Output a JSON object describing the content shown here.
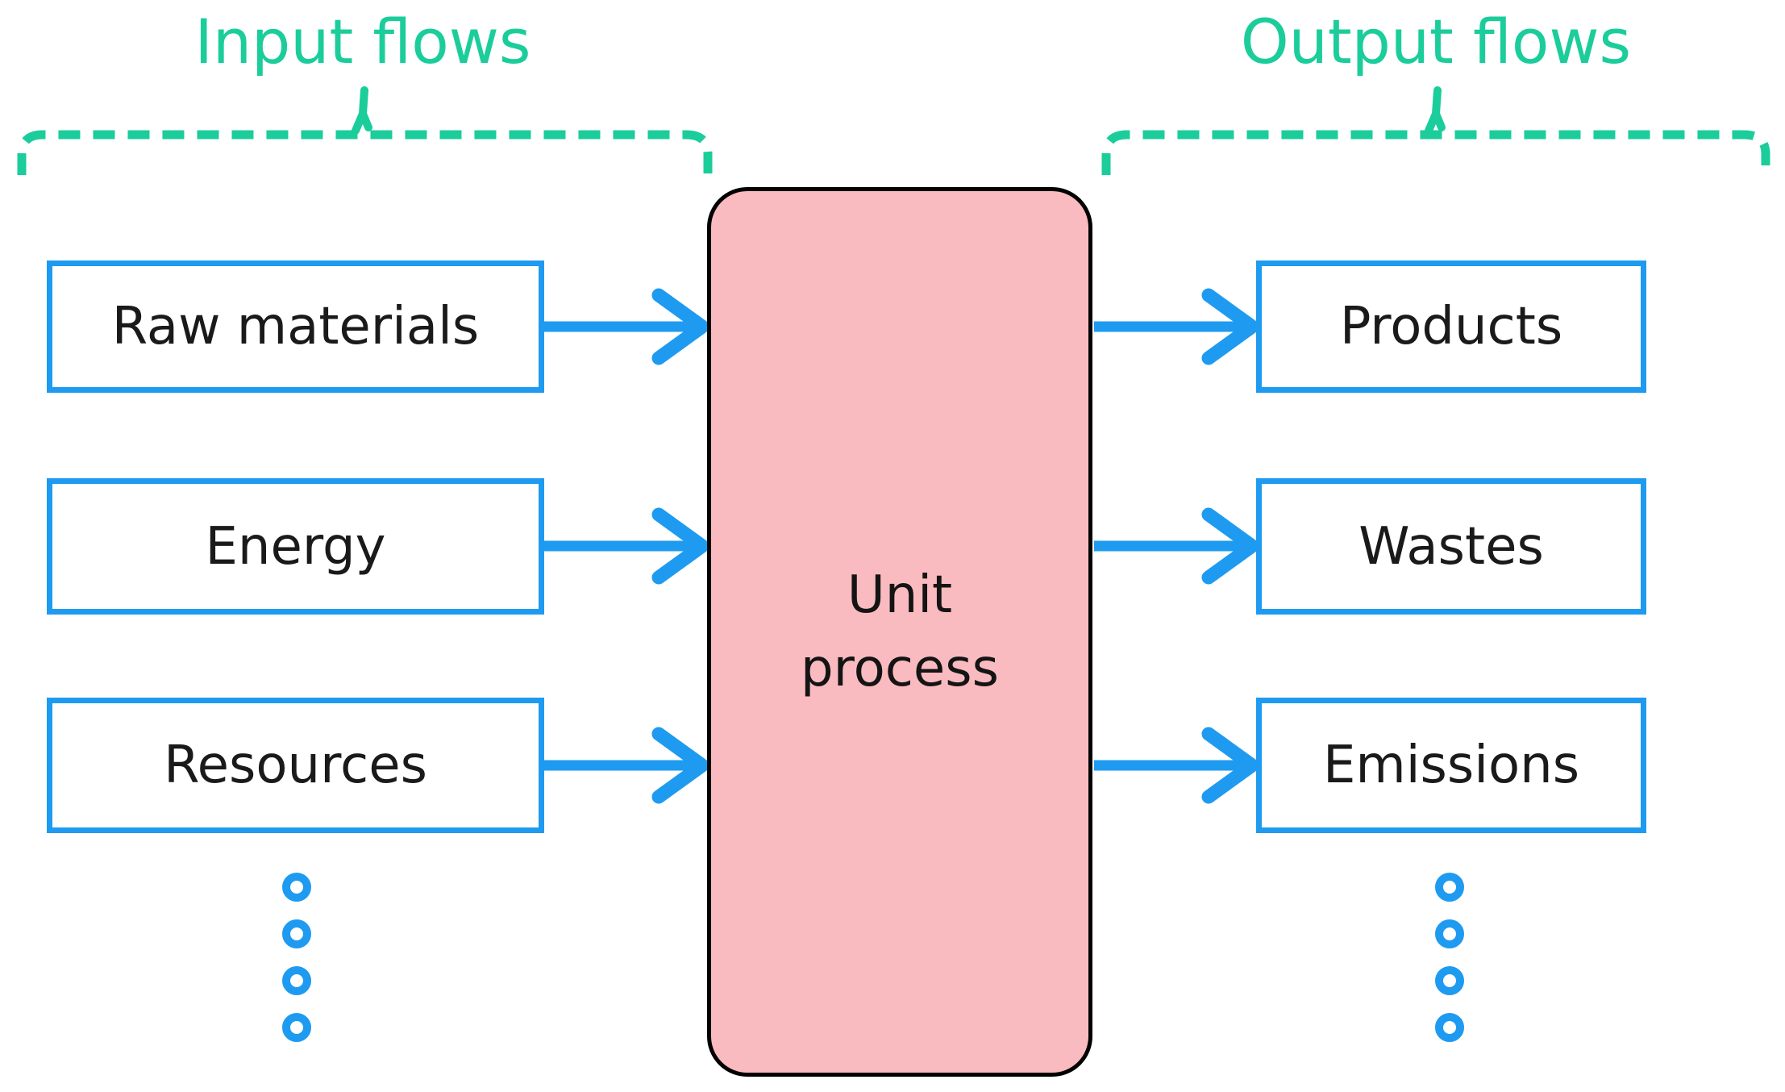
{
  "diagram": {
    "input_group": {
      "label": "Input flows",
      "items": [
        {
          "label": "Raw materials"
        },
        {
          "label": "Energy"
        },
        {
          "label": "Resources"
        }
      ]
    },
    "output_group": {
      "label": "Output flows",
      "items": [
        {
          "label": "Products"
        },
        {
          "label": "Wastes"
        },
        {
          "label": "Emissions"
        }
      ]
    },
    "process_box": {
      "line1": "Unit",
      "line2": "process"
    },
    "colors": {
      "group_green": "#1bcd9b",
      "flow_blue": "#1e9bf0",
      "process_pink": "#fabbc0",
      "process_outline": "#000000",
      "text": "#1a1a1a",
      "background": "#ffffff"
    },
    "icons": {
      "arrow_right_icon": "→",
      "ellipsis_dot_icon": "○",
      "brace_icon": "dashed-bracket"
    }
  }
}
